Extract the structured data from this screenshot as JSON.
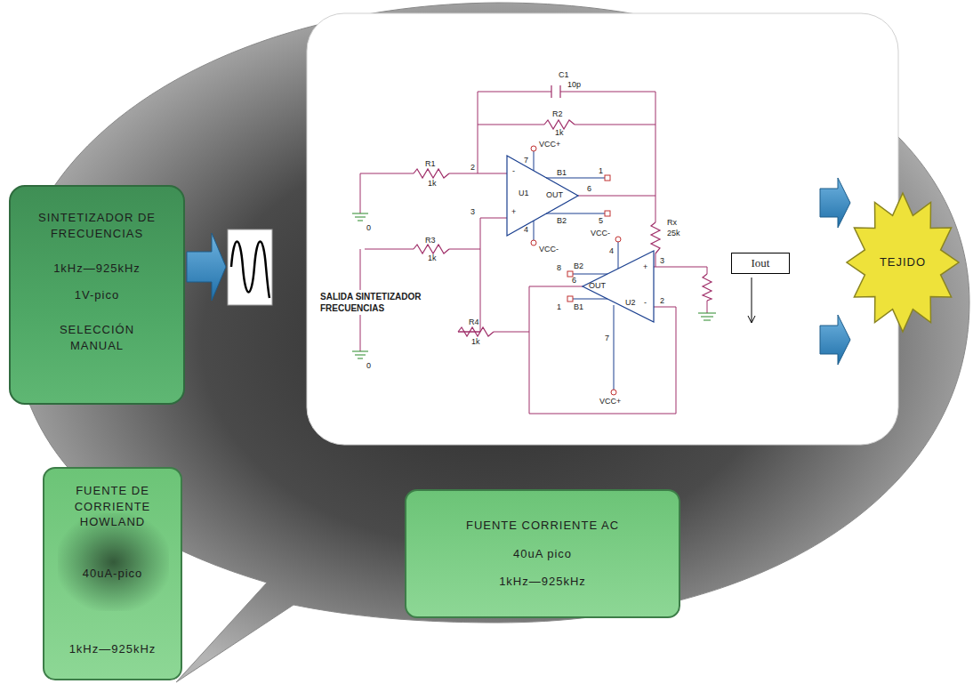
{
  "diagram": {
    "nodes": [
      {
        "text": [
          "SINTETIZADOR DE FRECUENCIAS",
          "1kHz—925kHz",
          "1V-pico",
          "SELECCIÓN MANUAL"
        ]
      },
      {
        "text": [
          "Iout"
        ]
      },
      {
        "text": [
          "TEJIDO"
        ]
      },
      {
        "text": [
          "FUENTE DE CORRIENTE HOWLAND",
          "40uA-pico",
          "1kHz—925kHz"
        ]
      },
      {
        "text": [
          "FUENTE CORRIENTE AC",
          "40uA pico",
          "1kHz—925kHz"
        ]
      }
    ],
    "labels": [
      "C1",
      "10p",
      "R2",
      "1k",
      "R1",
      "1k",
      "2",
      "-",
      "3",
      "+",
      "U1",
      "OUT",
      "6",
      "VCC+",
      "7",
      "B1",
      "1",
      "B2",
      "5",
      "VCC-",
      "4",
      "0",
      "R3",
      "1k",
      "SALIDA SINTETIZADOR FRECUENCIAS",
      "0",
      "R4",
      "1k",
      "Rx",
      "25k",
      "U2",
      "OUT",
      "6",
      "VCC-",
      "4",
      "8",
      "B2",
      "1",
      "B1",
      "7",
      "VCC+",
      "3",
      "+",
      "2",
      "-"
    ]
  }
}
